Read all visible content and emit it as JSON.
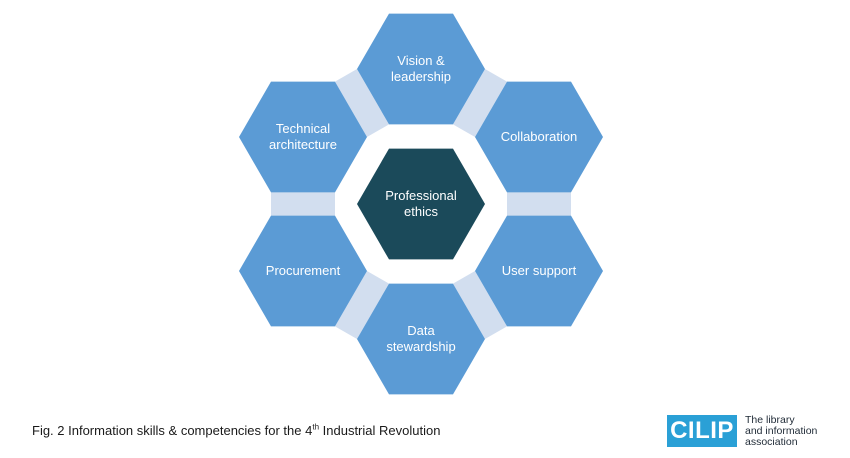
{
  "diagram": {
    "center": {
      "lines": [
        "Professional",
        "ethics"
      ]
    },
    "nodes": [
      {
        "id": "vision",
        "lines": [
          "Vision &",
          "leadership"
        ]
      },
      {
        "id": "collaboration",
        "lines": [
          "Collaboration"
        ]
      },
      {
        "id": "user-support",
        "lines": [
          "User support"
        ]
      },
      {
        "id": "data-stewardship",
        "lines": [
          "Data",
          "stewardship"
        ]
      },
      {
        "id": "procurement",
        "lines": [
          "Procurement"
        ]
      },
      {
        "id": "technical-architecture",
        "lines": [
          "Technical",
          "architecture"
        ]
      }
    ],
    "colors": {
      "outer": "#5b9bd5",
      "center": "#1b4a5a",
      "connector": "#d2deef"
    }
  },
  "caption": {
    "prefix": "Fig. 2 Information skills & competencies for the 4",
    "superscript": "th",
    "suffix": " Industrial Revolution"
  },
  "logo": {
    "mark": "CILIP",
    "tagline": [
      "The library",
      "and information",
      "association"
    ]
  }
}
